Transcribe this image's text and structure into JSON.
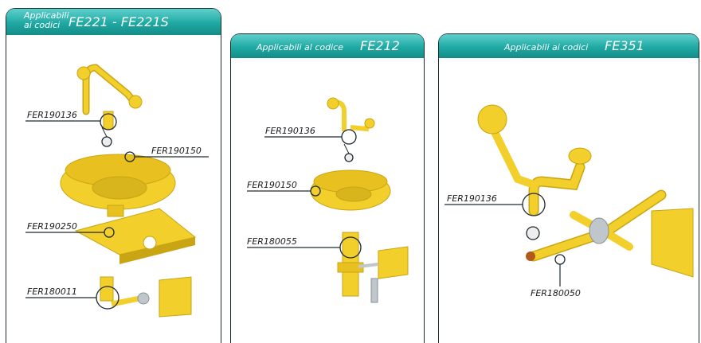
{
  "panels": [
    {
      "header": {
        "prefix_line1": "Applicabili",
        "prefix_line2": "ai codici",
        "codes": "FE221 - FE221S"
      },
      "labels": [
        "FER190136",
        "FER190150",
        "FER190250",
        "FER180011"
      ]
    },
    {
      "header": {
        "prefix": "Applicabili al codice",
        "codes": "FE212"
      },
      "labels": [
        "FER190136",
        "FER190150",
        "FER180055"
      ]
    },
    {
      "header": {
        "prefix": "Applicabili ai codici",
        "codes": "FE351"
      },
      "labels": [
        "FER190136",
        "FER180050"
      ]
    }
  ],
  "colors": {
    "header_teal": "#1fa9a3",
    "part_yellow": "#f2cf2a",
    "part_shadow": "#c9a514",
    "outline": "#1f2a30"
  }
}
